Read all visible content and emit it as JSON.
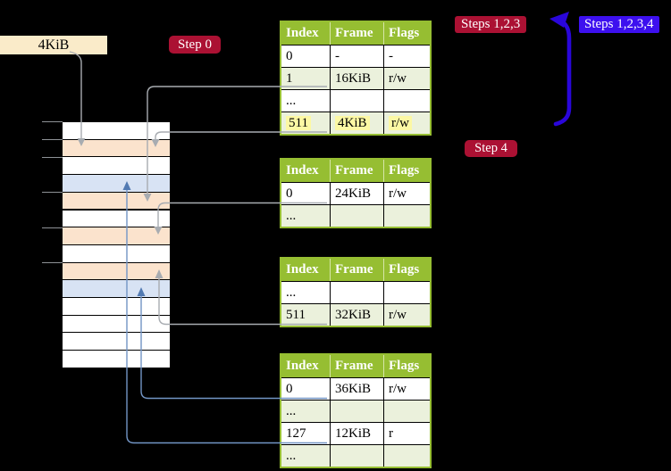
{
  "labels": {
    "frame_size": "4KiB",
    "step0": "Step 0",
    "step4": "Step 4",
    "steps123": "Steps 1,2,3",
    "steps1234": "Steps 1,2,3,4"
  },
  "tables": [
    {
      "name": "page-table-top",
      "headers": [
        "Index",
        "Frame",
        "Flags"
      ],
      "rows": [
        [
          "0",
          "-",
          "-"
        ],
        [
          "1",
          "16KiB",
          "r/w"
        ],
        [
          "...",
          "",
          ""
        ],
        [
          "511",
          "4KiB",
          "r/w"
        ]
      ],
      "highlighted_row": "511"
    },
    {
      "name": "page-table-second",
      "headers": [
        "Index",
        "Frame",
        "Flags"
      ],
      "rows": [
        [
          "0",
          "24KiB",
          "r/w"
        ],
        [
          "...",
          "",
          ""
        ]
      ]
    },
    {
      "name": "page-table-third",
      "headers": [
        "Index",
        "Frame",
        "Flags"
      ],
      "rows": [
        [
          "...",
          "",
          ""
        ],
        [
          "511",
          "32KiB",
          "r/w"
        ]
      ]
    },
    {
      "name": "page-table-bottom",
      "headers": [
        "Index",
        "Frame",
        "Flags"
      ],
      "rows": [
        [
          "0",
          "36KiB",
          "r/w"
        ],
        [
          "...",
          "",
          ""
        ],
        [
          "127",
          "12KiB",
          "r"
        ],
        [
          "...",
          "",
          ""
        ]
      ]
    }
  ],
  "memory": {
    "rows": [
      "white",
      "peach",
      "white",
      "blue",
      "peach",
      "white",
      "peach",
      "white",
      "peach",
      "blue",
      "white",
      "white",
      "white",
      "white"
    ]
  },
  "colors": {
    "cream": "#FAEBC9",
    "peach": "#FBE3CD",
    "lblue": "#D8E3F4",
    "green": "#96BE32",
    "lgreen": "#EBF1DC",
    "yellow": "#FCF8A4",
    "crimson": "#AB1133",
    "violet": "#3D10EF",
    "dkblue": "#2A06DA",
    "gray": "#A8ACB1",
    "steel": "#7295C5",
    "steelhead": "#527AB2"
  }
}
